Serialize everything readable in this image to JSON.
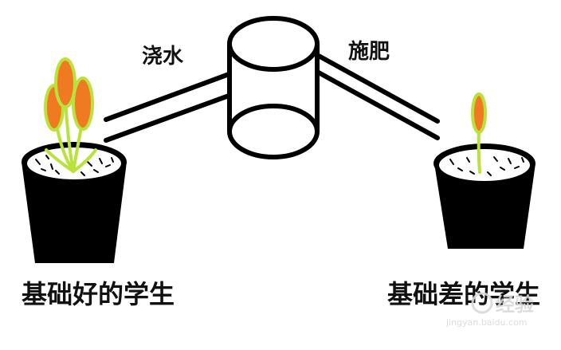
{
  "labels": {
    "watering": "浇水",
    "fertilizing": "施肥",
    "left_pot": "基础好的学生",
    "right_pot": "基础差的学生"
  },
  "watermark": {
    "brand": "经验",
    "url": "jingyan.baidu.com"
  },
  "colors": {
    "pot": "#000000",
    "soil": "#ffffff",
    "leaf_fill": "#f07a22",
    "leaf_stroke": "#b9e23a",
    "stem": "#b9e23a",
    "line": "#000000"
  }
}
